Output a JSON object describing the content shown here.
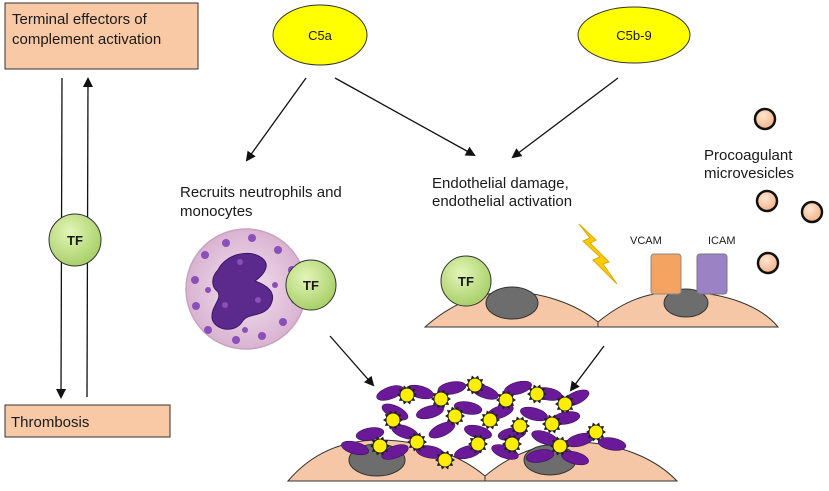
{
  "boxes": {
    "terminal_line1": "Terminal effectors of",
    "terminal_line2": "complement activation",
    "thrombosis": "Thrombosis"
  },
  "ovals": {
    "c5a": "C5a",
    "c5b9": "C5b-9"
  },
  "tf_label": "TF",
  "labels": {
    "recruits_line1": "Recruits neutrophils and",
    "recruits_line2": "monocytes",
    "endothelial_line1": "Endothelial damage,",
    "endothelial_line2": "endothelial activation",
    "procoag_line1": "Procoagulant",
    "procoag_line2": "microvesicles",
    "vcam": "VCAM",
    "icam": "ICAM"
  },
  "colors": {
    "box_fill": "#f9c9a5",
    "oval_fill": "#ffff00",
    "tf_fill": "#c6e48a",
    "cell_fill": "#f5c7a6",
    "nucleus_fill": "#6d6d6d",
    "vcam_fill": "#f4a460",
    "icam_fill": "#9b82c4",
    "platelet_fill": "#ffee00",
    "fibrin_fill": "#6a1a99",
    "vesicle_fill": "#f9c9a5",
    "neutrophil_fill": "#e2c1dc"
  }
}
